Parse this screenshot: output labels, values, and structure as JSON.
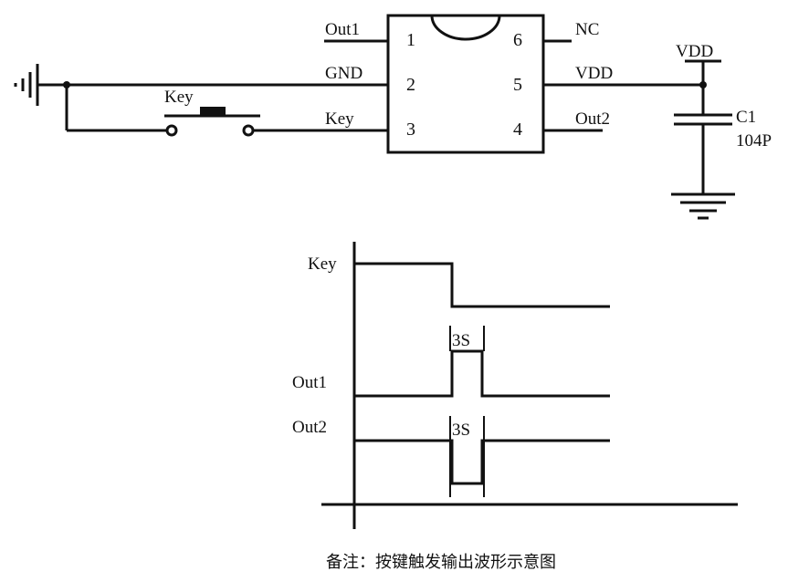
{
  "schematic": {
    "ic_pins": [
      {
        "number": "1",
        "net": "Out1"
      },
      {
        "number": "2",
        "net": "GND"
      },
      {
        "number": "3",
        "net": "Key"
      },
      {
        "number": "4",
        "net": "Out2"
      },
      {
        "number": "5",
        "net": "VDD"
      },
      {
        "number": "6",
        "net": "NC"
      }
    ],
    "switch_label": "Key",
    "supply_label": "VDD",
    "capacitor": {
      "ref": "C1",
      "value": "104P"
    }
  },
  "timing": {
    "signals": [
      "Key",
      "Out1",
      "Out2"
    ],
    "pulse_widths": [
      "3S",
      "3S"
    ]
  },
  "caption": "备注：按键触发输出波形示意图"
}
